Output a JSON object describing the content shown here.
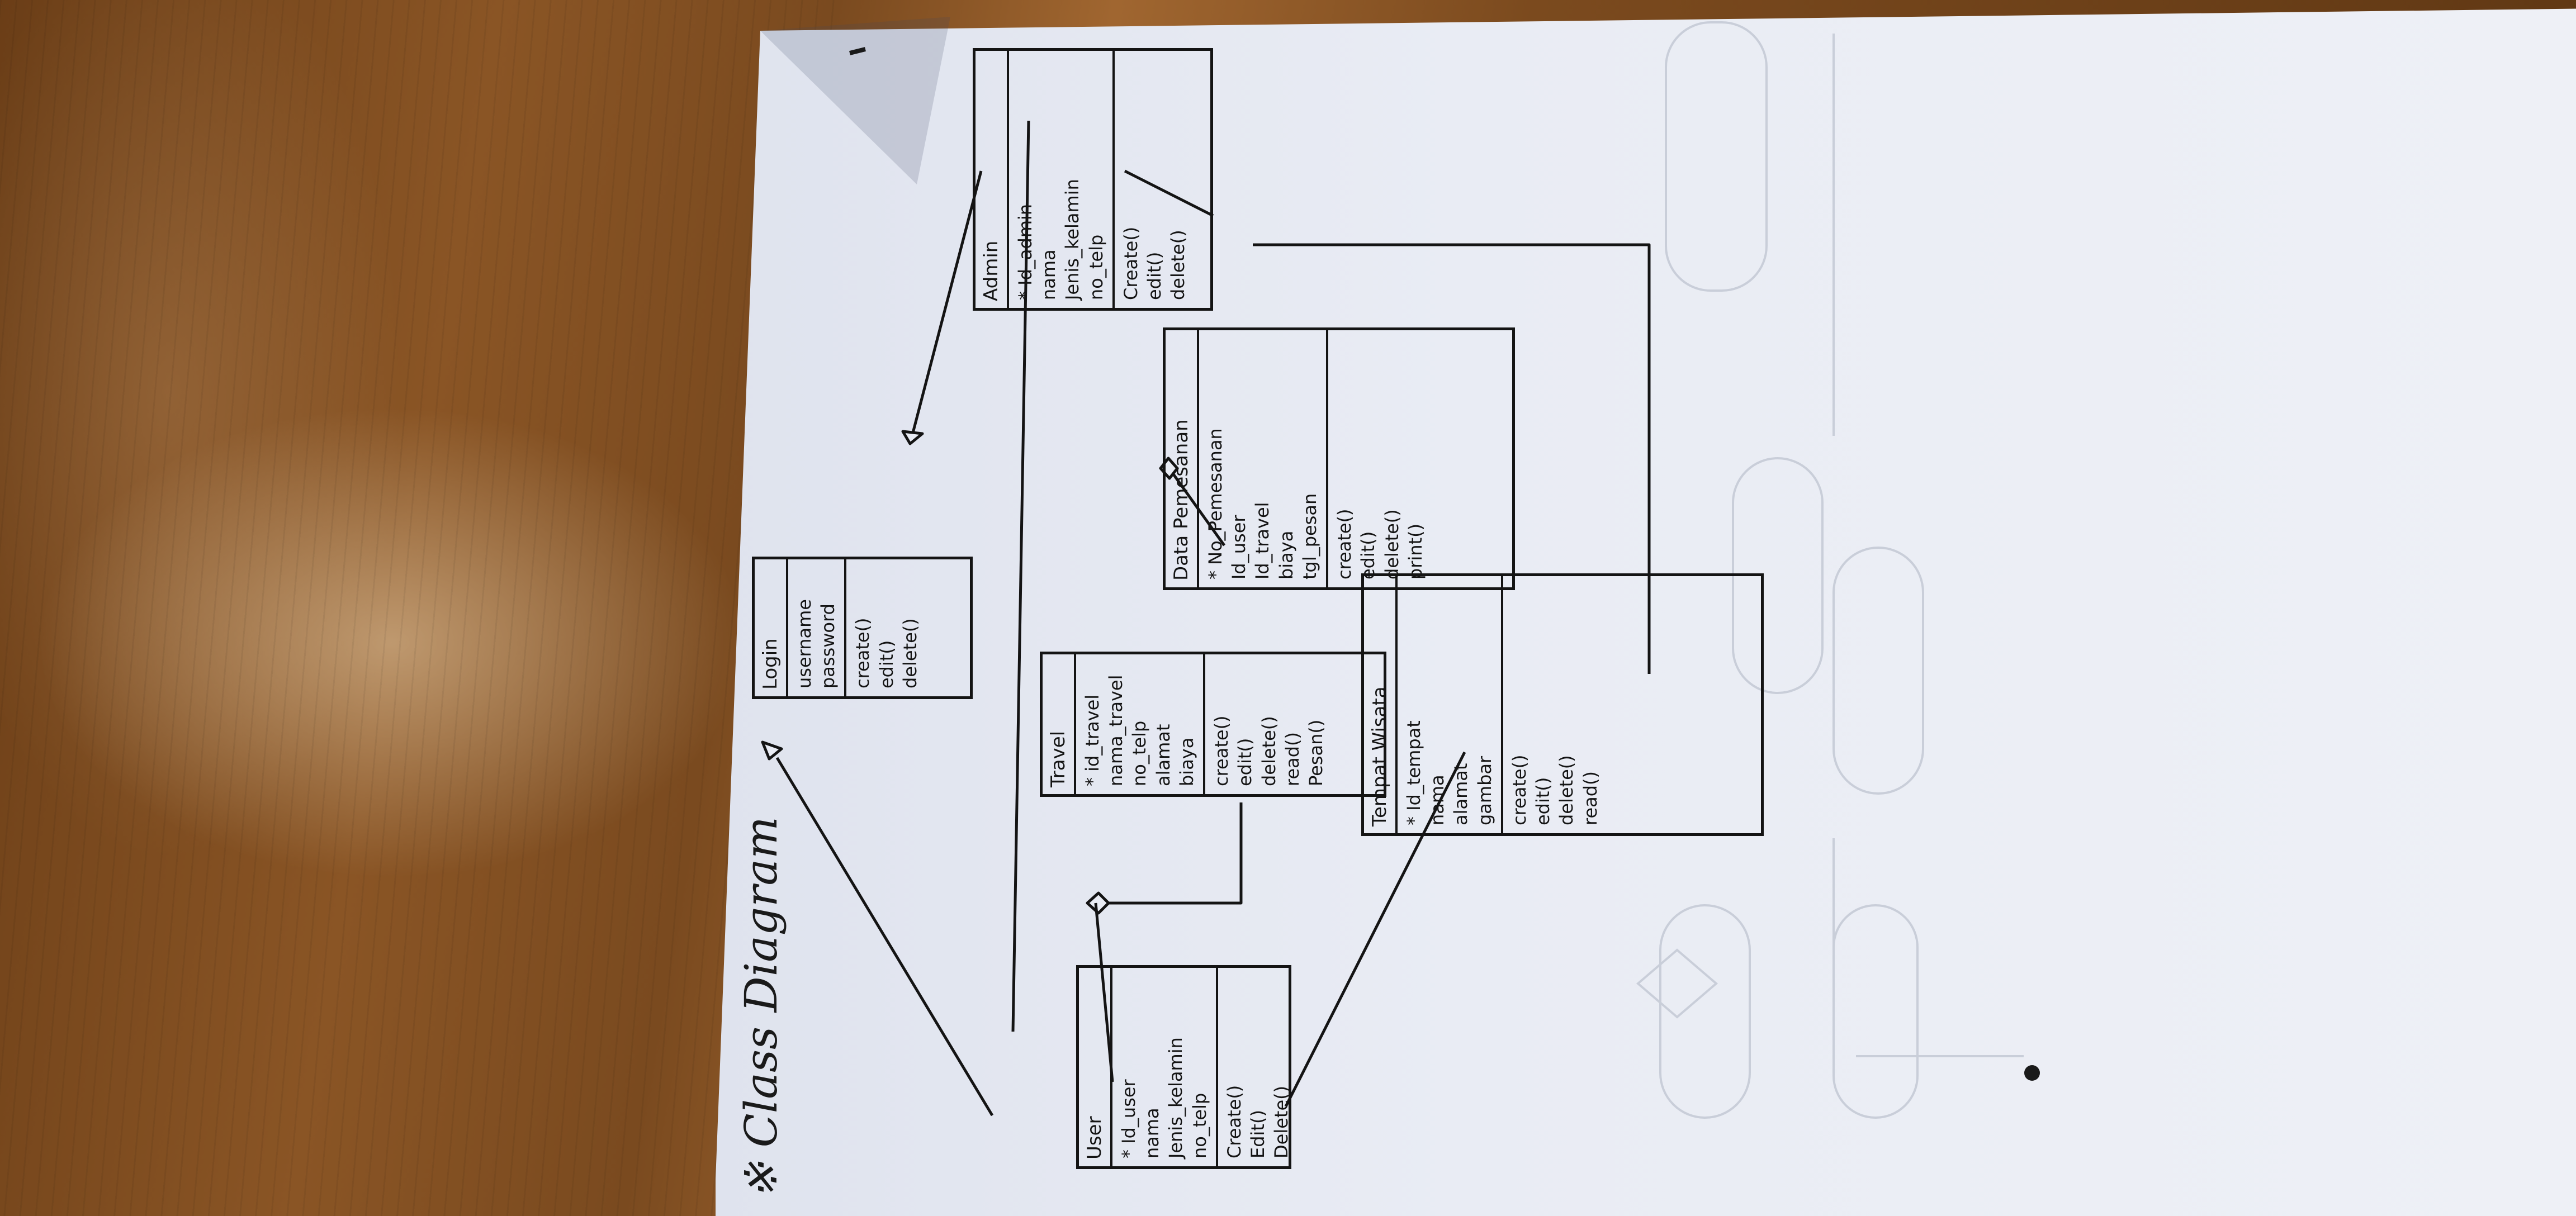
{
  "diagram": {
    "title": "Class Diagram",
    "classes": {
      "user": {
        "name": "User",
        "attributes": [
          "* Id_user",
          "nama",
          "Jenis_kelamin",
          "no_telp"
        ],
        "operations": [
          "Create()",
          "Edit()",
          "Delete()"
        ]
      },
      "login": {
        "name": "Login",
        "attributes": [
          "username",
          "password"
        ],
        "operations": [
          "create()",
          "edit()",
          "delete()"
        ]
      },
      "travel": {
        "name": "Travel",
        "attributes": [
          "* id_travel",
          "nama_travel",
          "no_telp",
          "alamat",
          "biaya"
        ],
        "operations": [
          "create()",
          "edit()",
          "delete()",
          "read()",
          "Pesan()"
        ]
      },
      "admin": {
        "name": "Admin",
        "attributes": [
          "* Id_admin",
          "nama",
          "Jenis_kelamin",
          "no_telp"
        ],
        "operations": [
          "Create()",
          "edit()",
          "delete()"
        ]
      },
      "data_pemesanan": {
        "name": "Data Pemesanan",
        "attributes": [
          "* No_Pemesanan",
          "Id_user",
          "Id_travel",
          "biaya",
          "tgl_pesan"
        ],
        "operations": [
          "create()",
          "edit()",
          "delete()",
          "print()"
        ]
      },
      "tempat_wisata": {
        "name": "Tempat Wisata",
        "attributes": [
          "* Id_tempat",
          "nama",
          "alamat",
          "gambar"
        ],
        "operations": [
          "create()",
          "edit()",
          "delete()",
          "read()"
        ]
      }
    }
  },
  "colors": {
    "ink": "#141414",
    "paper": "#e9ecf4",
    "desk": "#7a4a1f"
  }
}
